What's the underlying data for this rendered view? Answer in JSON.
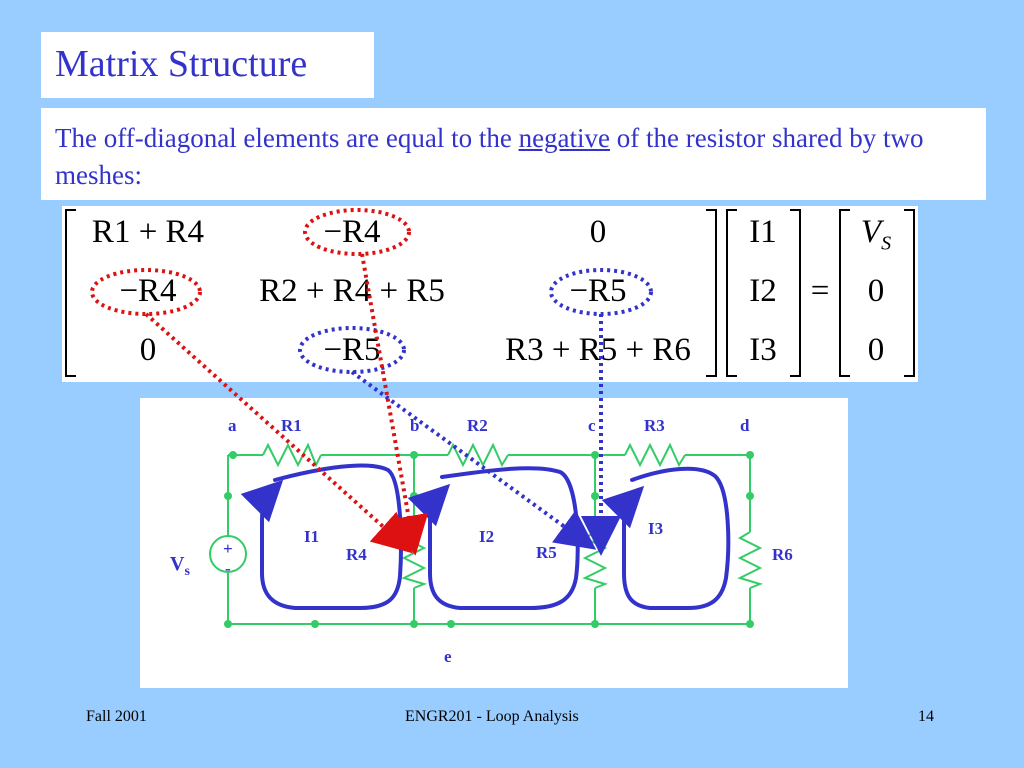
{
  "slide": {
    "title": "Matrix Structure",
    "intro_before": "The off-diagonal elements are equal to the ",
    "intro_emphasis": "negative",
    "intro_after": " of the resistor shared by two meshes:"
  },
  "matrix": {
    "rows": [
      [
        "R1 + R4",
        "−R4",
        "0"
      ],
      [
        "−R4",
        "R2 + R4 + R5",
        "−R5"
      ],
      [
        "0",
        "−R5",
        "R3 + R5 + R6"
      ]
    ],
    "currents": [
      "I1",
      "I2",
      "I3"
    ],
    "equals": "=",
    "rhs": [
      "V",
      "0",
      "0"
    ],
    "rhs_subscript": "S"
  },
  "circuit": {
    "nodes": [
      "a",
      "b",
      "c",
      "d",
      "e"
    ],
    "resistors": [
      "R1",
      "R2",
      "R3",
      "R4",
      "R5",
      "R6"
    ],
    "meshes": [
      "I1",
      "I2",
      "I3"
    ],
    "source": {
      "label": "V",
      "subscript": "s",
      "plus": "+",
      "minus": "-"
    }
  },
  "footer": {
    "left": "Fall 2001",
    "center": "ENGR201 - Loop Analysis",
    "page": "14"
  },
  "colors": {
    "background": "#99ccff",
    "accent_text": "#3333cc",
    "wire": "#33cc66",
    "mesh_loop": "#3333cc",
    "highlight_red": "#dd1111",
    "highlight_blue": "#3333cc"
  }
}
